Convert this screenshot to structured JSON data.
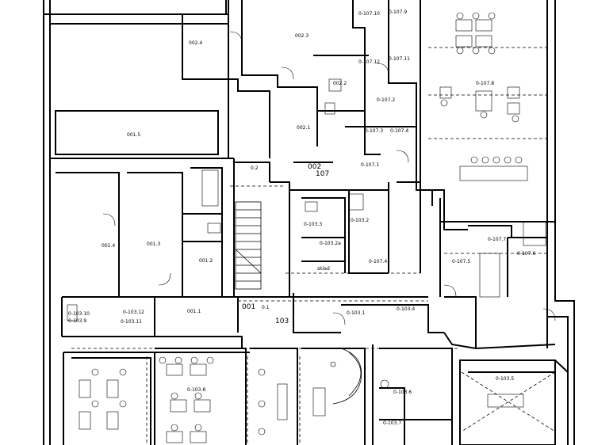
{
  "rooms": [
    {
      "id": "r0024",
      "label": "002.4"
    },
    {
      "id": "r0023",
      "label": "002.3"
    },
    {
      "id": "r01071",
      "label": "0-107.10"
    },
    {
      "id": "r01079",
      "label": "0-107.9"
    },
    {
      "id": "r010712",
      "label": "0-107.12"
    },
    {
      "id": "r010711",
      "label": "0-107.11"
    },
    {
      "id": "r0022",
      "label": "002.2"
    },
    {
      "id": "r01078",
      "label": "0-107.8"
    },
    {
      "id": "r01072",
      "label": "0-107.2"
    },
    {
      "id": "r0021",
      "label": "002.1"
    },
    {
      "id": "r01073",
      "label": "0-107.3"
    },
    {
      "id": "r01074b",
      "label": "0-107.4"
    },
    {
      "id": "r0015",
      "label": "001.5"
    },
    {
      "id": "r01071b",
      "label": "0-107.1"
    },
    {
      "id": "r02",
      "label": "0.2"
    },
    {
      "id": "r0014",
      "label": "001.4"
    },
    {
      "id": "r0013",
      "label": "001.3"
    },
    {
      "id": "r01033",
      "label": "0-103.3"
    },
    {
      "id": "r01032",
      "label": "0-103.2"
    },
    {
      "id": "r01032a",
      "label": "0-103.2a"
    },
    {
      "id": "r0012",
      "label": "001.2"
    },
    {
      "id": "r01074",
      "label": "0-107.4"
    },
    {
      "id": "r01077",
      "label": "0-107.7"
    },
    {
      "id": "r01076",
      "label": "0-107.6"
    },
    {
      "id": "r01075",
      "label": "0-107.5"
    },
    {
      "id": "rsklad",
      "label": "sklad"
    },
    {
      "id": "r0011",
      "label": "001.1"
    },
    {
      "id": "r01",
      "label": "0.1"
    },
    {
      "id": "r010310",
      "label": "0-103.10"
    },
    {
      "id": "r010312",
      "label": "0-103.12"
    },
    {
      "id": "r01039",
      "label": "0-103.9"
    },
    {
      "id": "r010311",
      "label": "0-103.11"
    },
    {
      "id": "r01031",
      "label": "0-103.1"
    },
    {
      "id": "r01034",
      "label": "0-103.4"
    },
    {
      "id": "r01038",
      "label": "0-103.8"
    },
    {
      "id": "r01036",
      "label": "0-103.6"
    },
    {
      "id": "r01035",
      "label": "0-103.5"
    },
    {
      "id": "r01037",
      "label": "0-103.7"
    }
  ],
  "markers": [
    {
      "id": "m002",
      "label": "002"
    },
    {
      "id": "m107",
      "label": "107"
    },
    {
      "id": "m001",
      "label": "001"
    },
    {
      "id": "m103",
      "label": "103"
    }
  ]
}
